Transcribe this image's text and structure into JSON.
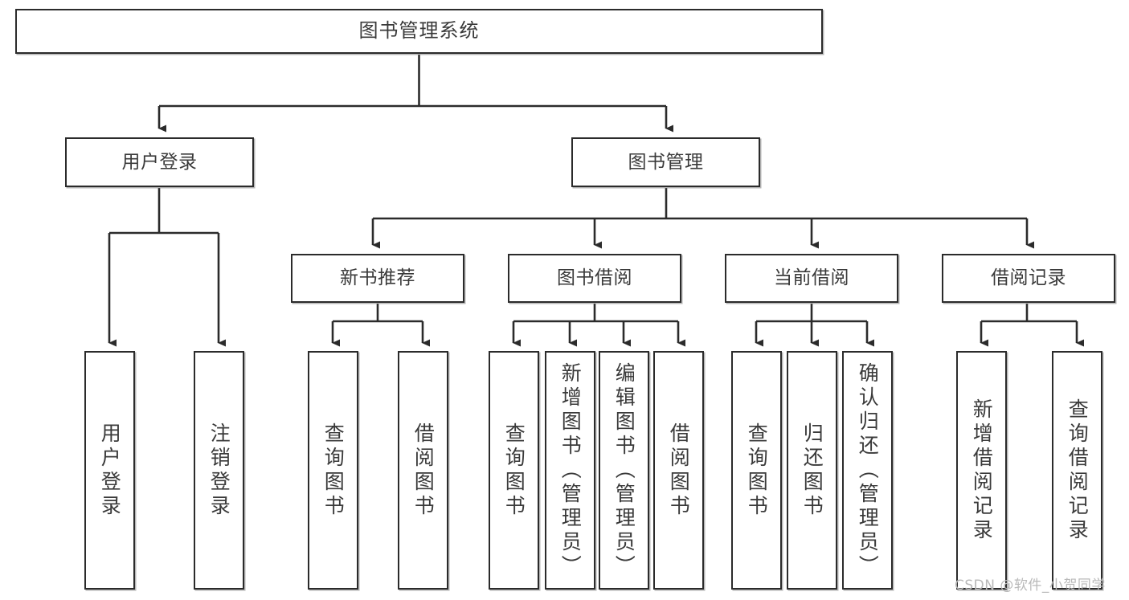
{
  "diagram": {
    "title": "图书管理系统",
    "type": "tree",
    "root": {
      "id": "root",
      "label": "图书管理系统"
    },
    "level2": [
      {
        "id": "user-login",
        "label": "用户登录"
      },
      {
        "id": "book-manage",
        "label": "图书管理"
      }
    ],
    "level3": [
      {
        "id": "new-book-recommend",
        "label": "新书推荐"
      },
      {
        "id": "book-borrow",
        "label": "图书借阅"
      },
      {
        "id": "current-borrow",
        "label": "当前借阅"
      },
      {
        "id": "borrow-record",
        "label": "借阅记录"
      }
    ],
    "leaves": [
      {
        "id": "leaf-user-login",
        "label": "用户登录",
        "parent": "用户登录"
      },
      {
        "id": "leaf-logout",
        "label": "注销登录",
        "parent": "用户登录"
      },
      {
        "id": "leaf-query-book-1",
        "label": "查询图书",
        "parent": "新书推荐"
      },
      {
        "id": "leaf-borrow-book-1",
        "label": "借阅图书",
        "parent": "新书推荐"
      },
      {
        "id": "leaf-query-book-2",
        "label": "查询图书",
        "parent": "图书借阅"
      },
      {
        "id": "leaf-add-book",
        "label": "新增图书（管理员）",
        "parent": "图书借阅"
      },
      {
        "id": "leaf-edit-book",
        "label": "编辑图书（管理员）",
        "parent": "图书借阅"
      },
      {
        "id": "leaf-borrow-book-2",
        "label": "借阅图书",
        "parent": "图书借阅"
      },
      {
        "id": "leaf-query-book-3",
        "label": "查询图书",
        "parent": "当前借阅"
      },
      {
        "id": "leaf-return-book",
        "label": "归还图书",
        "parent": "当前借阅"
      },
      {
        "id": "leaf-confirm-return",
        "label": "确认归还（管理员）",
        "parent": "当前借阅"
      },
      {
        "id": "leaf-add-record",
        "label": "新增借阅记录",
        "parent": "借阅记录"
      },
      {
        "id": "leaf-query-record",
        "label": "查询借阅记录",
        "parent": "借阅记录"
      }
    ]
  },
  "watermark": {
    "text": "CSDN @软件_小贺同学"
  },
  "colors": {
    "border": "#2b2b2b",
    "text": "#3a3a3a",
    "background": "#ffffff",
    "watermark": "#b9b9b9"
  }
}
